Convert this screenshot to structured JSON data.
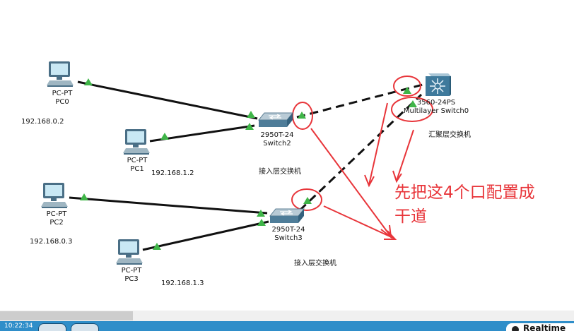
{
  "devices": {
    "pc0": {
      "model": "PC-PT",
      "name": "PC0",
      "ip": "192.168.0.2"
    },
    "pc1": {
      "model": "PC-PT",
      "name": "PC1",
      "ip": "192.168.1.2"
    },
    "pc2": {
      "model": "PC-PT",
      "name": "PC2",
      "ip": "192.168.0.3"
    },
    "pc3": {
      "model": "PC-PT",
      "name": "PC3",
      "ip": "192.168.1.3"
    },
    "switch2": {
      "model": "2950T-24",
      "name": "Switch2",
      "note": "接入层交换机"
    },
    "switch3": {
      "model": "2950T-24",
      "name": "Switch3",
      "note": "接入层交换机"
    },
    "multilayer": {
      "model": "3560-24PS",
      "name": "Multilayer Switch0",
      "note": "汇聚层交换机"
    }
  },
  "annotation": {
    "line1": "先把这4个口配置成",
    "line2": "干道"
  },
  "colors": {
    "link": "#111111",
    "port_up": "#3fb548",
    "annotation": "#e8353a",
    "bottom_bar": "#2f8ec9"
  },
  "bottom_bar": {
    "clock": "10:22:34",
    "realtime_label": "Realtime"
  }
}
